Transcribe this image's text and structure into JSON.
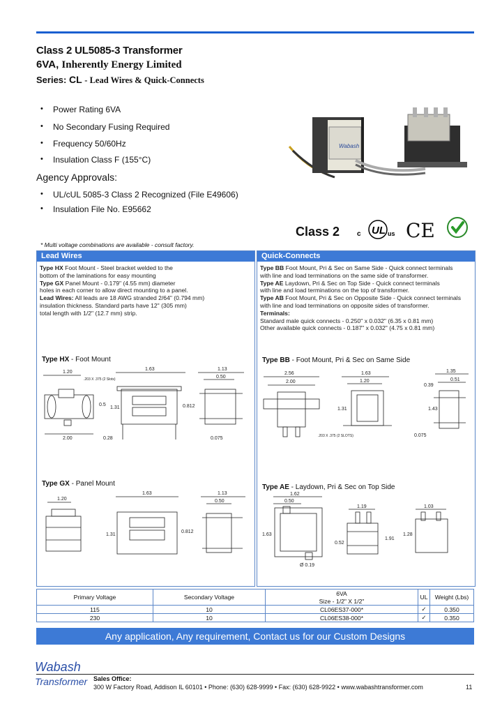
{
  "header": {
    "title_line1": "Class 2 UL5085-3 Transformer",
    "title_line2_bold": "6VA,",
    "title_line2_rest": "Inherently Energy Limited",
    "series_label": "Series:",
    "series_code": "CL",
    "series_desc": "- Lead Wires & Quick-Connects"
  },
  "features": [
    "Power Rating 6VA",
    "No Secondary Fusing Required",
    "Frequency 50/60Hz",
    "Insulation Class F (155°C)"
  ],
  "agency": {
    "heading": "Agency Approvals:",
    "items": [
      "UL/cUL 5085-3 Class 2 Recognized (File E49606)",
      "Insulation File No. E95662"
    ]
  },
  "certs": {
    "class2": "Class 2",
    "ul": "c UL us",
    "ce": "CE"
  },
  "footnote": "* Multi voltage combinations are available - consult factory.",
  "lead_wires": {
    "heading": "Lead Wires",
    "lines": [
      {
        "b": "Type HX",
        "t": " Foot Mount - Steel bracket welded to the"
      },
      {
        "b": "",
        "t": "bottom of the laminations for easy mounting"
      },
      {
        "b": "Type GX",
        "t": " Panel Mount - 0.179\" (4.55 mm) diameter"
      },
      {
        "b": "",
        "t": "holes in each corner to allow direct mounting to a panel."
      },
      {
        "b": "Lead Wires:",
        "t": " All leads are 18 AWG stranded 2/64\" (0.794 mm)"
      },
      {
        "b": "",
        "t": "insulation thickness. Standard parts have 12\" (305 mm)"
      },
      {
        "b": "",
        "t": "total length with 1/2\" (12.7 mm) strip."
      }
    ]
  },
  "quick_connects": {
    "heading": "Quick-Connects",
    "lines": [
      {
        "b": "Type BB",
        "t": " Foot Mount, Pri & Sec on Same Side - Quick connect terminals"
      },
      {
        "b": "",
        "t": "with line and load terminations on the same side of transformer."
      },
      {
        "b": "Type AE",
        "t": " Laydown, Pri & Sec on Top Side - Quick connect terminals"
      },
      {
        "b": "",
        "t": "with line and load terminations on the top of transformer."
      },
      {
        "b": "Type AB",
        "t": " Foot Mount, Pri & Sec on Opposite Side - Quick connect terminals"
      },
      {
        "b": "",
        "t": "with line and load terminations on opposite sides of transformer."
      },
      {
        "b": "Terminals:",
        "t": ""
      },
      {
        "b": "",
        "t": "Standard male quick connects - 0.250\" x 0.032\" (6.35 x 0.81 mm)"
      },
      {
        "b": "",
        "t": "Other available quick connects - 0.187\" x 0.032\" (4.75 x 0.81 mm)"
      }
    ]
  },
  "diagrams": {
    "hx": {
      "title_b": "Type HX",
      "title_r": " - Foot  Mount",
      "d1": "1.20",
      "d2": "1.63",
      "d3": "1.13",
      "d4": "0.50",
      "d5": ".203 X .375 (2 Slots)",
      "d6": "0.5",
      "d7": "1.31",
      "d8": "0.812",
      "d9": "2.00",
      "d10": "0.28",
      "d11": "0.075"
    },
    "gx": {
      "title_b": "Type GX",
      "title_r": " - Panel Mount",
      "d1": "1.20",
      "d2": "1.63",
      "d3": "1.13",
      "d4": "0.50",
      "d7": "1.31",
      "d8": "0.812"
    },
    "bb": {
      "title_b": "Type BB",
      "title_r": " - Foot Mount, Pri & Sec on Same Side",
      "d1": "2.56",
      "d2": "2.00",
      "d3": "1.63",
      "d4": "1.20",
      "d5": "1.35",
      "d6": "0.51",
      "d7": "0.39",
      "d8": "1.31",
      "d9": "1.43",
      "d10": ".203 X .375 (2 SLOTS)",
      "d11": "0.075"
    },
    "ae": {
      "title_b": "Type AE",
      "title_r": " - Laydown, Pri & Sec on Top Side",
      "d1": "1.62",
      "d2": "0.50",
      "d3": "1.19",
      "d4": "1.03",
      "d5": "1.63",
      "d6": "0.52",
      "d7": "1.91",
      "d8": "1.28",
      "d9": "Ø 0.19"
    }
  },
  "table": {
    "headers": {
      "primary": "Primary Voltage",
      "secondary": "Secondary Voltage",
      "va": "6VA",
      "size": "Size - 1/2\" X 1/2\"",
      "ul": "UL",
      "weight": "Weight (Lbs)"
    },
    "rows": [
      {
        "primary": "115",
        "secondary": "10",
        "part": "CL06ES37-000*",
        "ul": "✓",
        "weight": "0.350"
      },
      {
        "primary": "230",
        "secondary": "10",
        "part": "CL06ES38-000*",
        "ul": "✓",
        "weight": "0.350"
      }
    ]
  },
  "banner": "Any application, Any requirement, Contact us for our Custom Designs",
  "footer": {
    "logo_line1": "Wabash",
    "logo_line2": "Transformer",
    "sales_label": "Sales Office:",
    "sales_address": "300 W Factory Road, Addison IL 60101  • Phone: (630) 628-9999  • Fax: (630) 628-9922  • www.wabashtransformer.com",
    "page": "11"
  },
  "colors": {
    "accent": "#3d7ad6",
    "rule": "#1a5fd0"
  }
}
